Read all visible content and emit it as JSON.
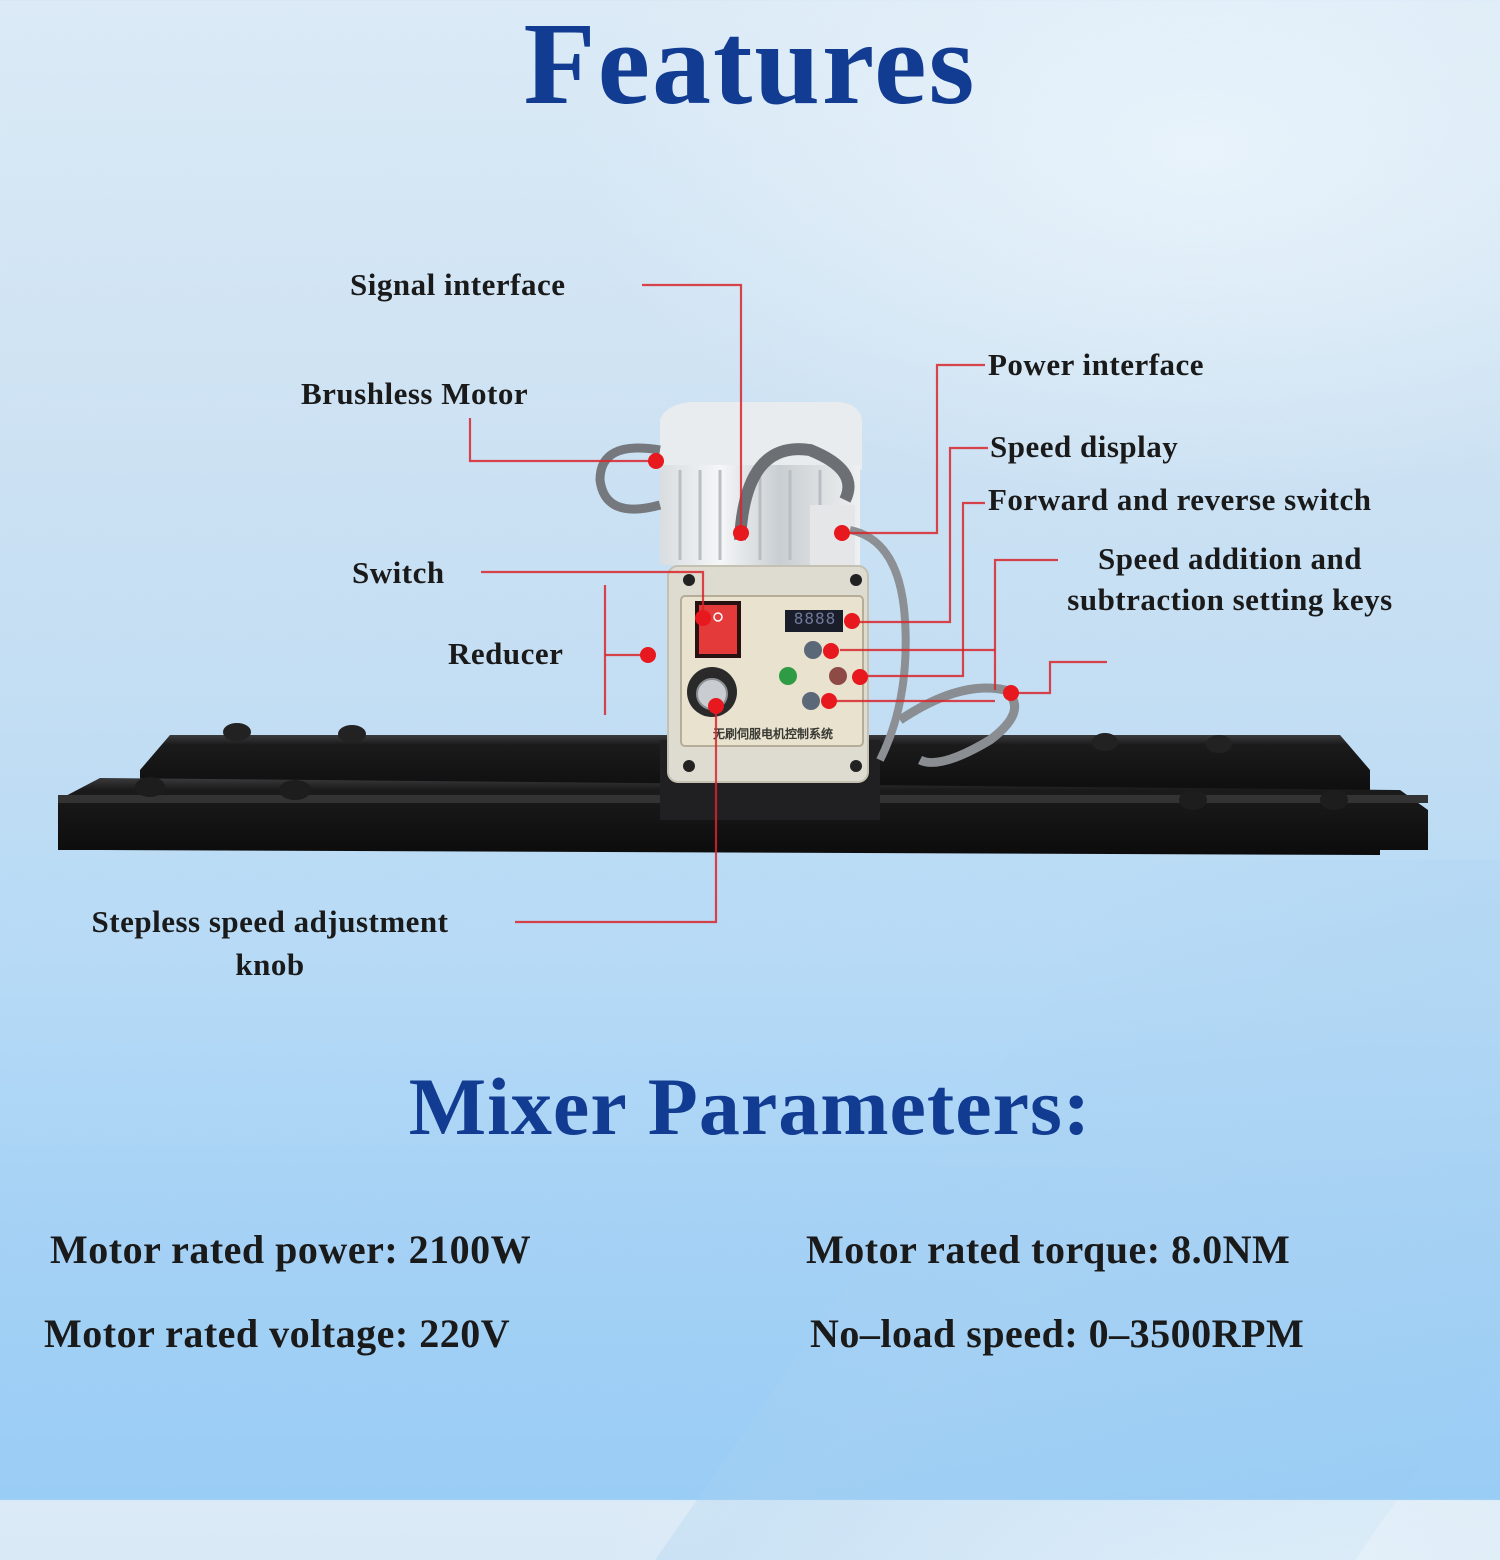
{
  "header": {
    "title": "Features"
  },
  "product": {
    "name": "Brushless motor mixer drive unit",
    "panel_label": "无刷伺服电机控制系统",
    "display_digits": "8888",
    "colors": {
      "title_blue": "#123c92",
      "callout_red": "#d8262c",
      "rail_black": "#141414",
      "panel_beige": "#e9e2cf"
    }
  },
  "callouts": {
    "signal_interface": "Signal interface",
    "brushless_motor": "Brushless Motor",
    "switch": "Switch",
    "reducer": "Reducer",
    "power_interface": "Power interface",
    "speed_display": "Speed display",
    "forward_reverse_switch": "Forward and reverse switch",
    "speed_keys_line1": "Speed addition and",
    "speed_keys_line2": "subtraction setting keys",
    "knob_line1": "Stepless speed adjustment",
    "knob_line2": "knob"
  },
  "parameters": {
    "title": "Mixer Parameters:",
    "items": [
      {
        "label": "Motor rated power",
        "value": "2100W",
        "text": "Motor rated power: 2100W"
      },
      {
        "label": "Motor rated torque",
        "value": "8.0NM",
        "text": "Motor rated torque: 8.0NM"
      },
      {
        "label": "Motor rated voltage",
        "value": "220V",
        "text": "Motor rated voltage: 220V"
      },
      {
        "label": "No-load speed",
        "value": "0–3500RPM",
        "text": "No–load speed: 0–3500RPM"
      }
    ]
  }
}
